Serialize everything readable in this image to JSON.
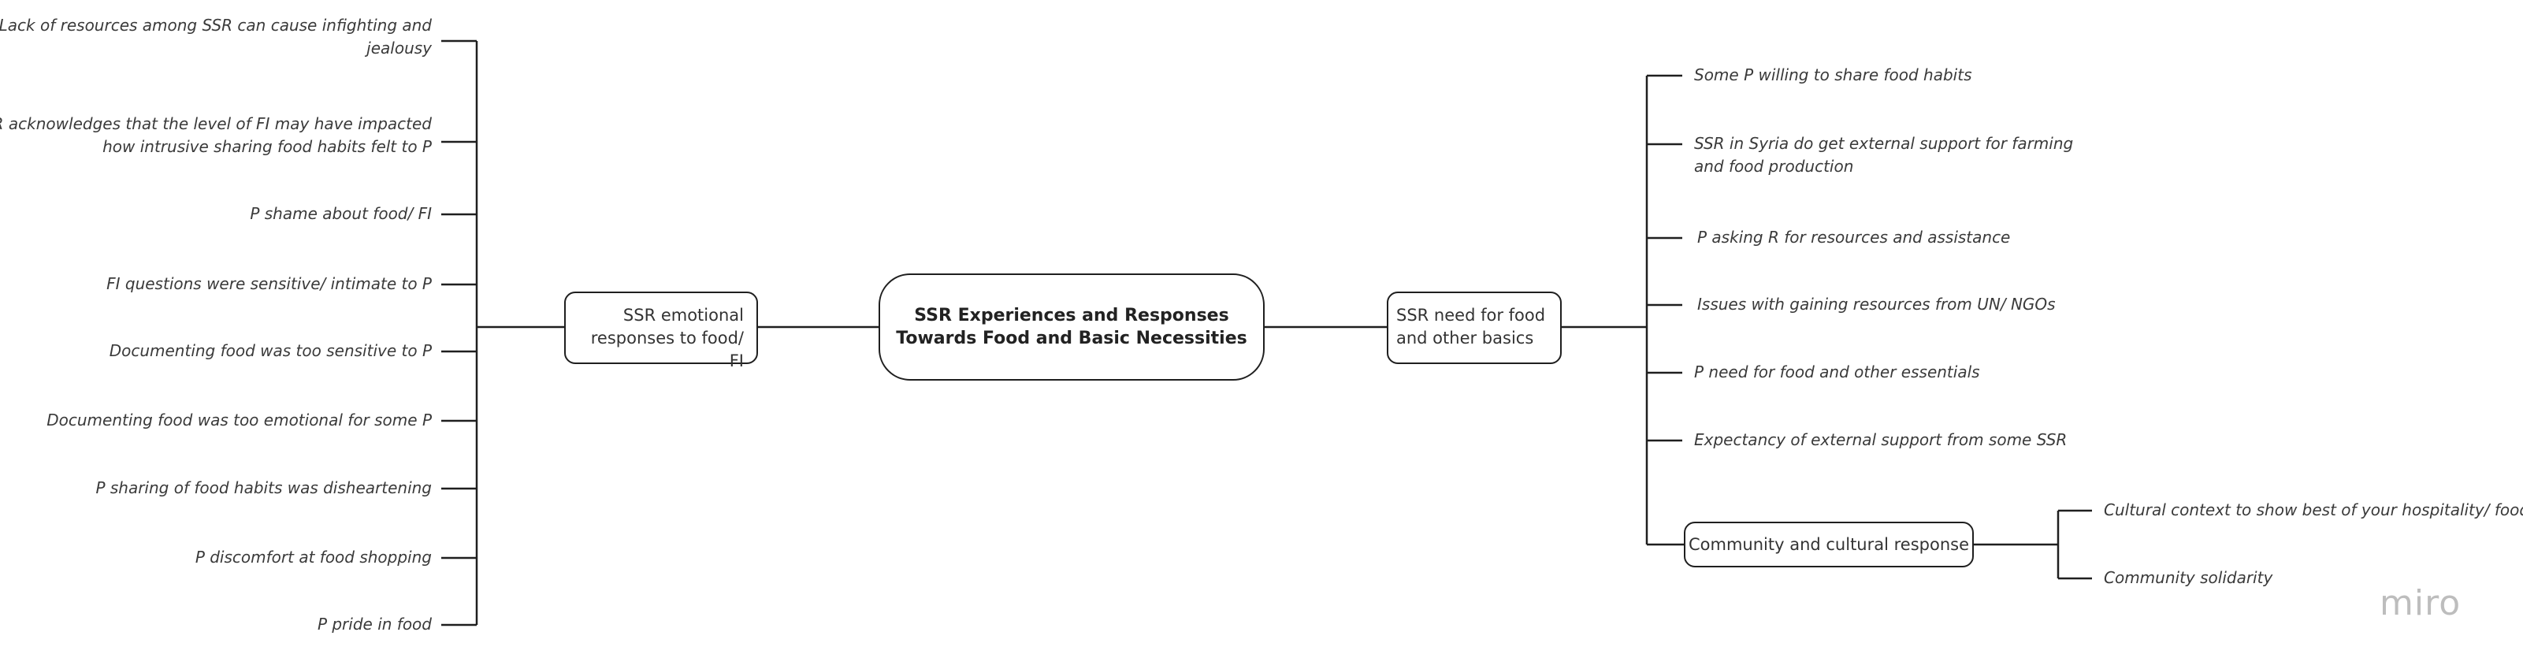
{
  "center": {
    "line1": "SSR Experiences and Responses",
    "line2": "Towards Food and Basic Necessities"
  },
  "left_branch": {
    "line1": "SSR emotional",
    "line2": "responses to food/ FI",
    "items": [
      {
        "line1": "Lack of resources among SSR can cause infighting and",
        "line2": "jealousy"
      },
      {
        "line1": "R acknowledges that the level of FI may have impacted",
        "line2": "how intrusive sharing food habits felt to P"
      },
      {
        "line1": "P shame about food/ FI"
      },
      {
        "line1": "FI questions were sensitive/ intimate to P"
      },
      {
        "line1": "Documenting food was too sensitive to P"
      },
      {
        "line1": "Documenting food was too emotional for some P"
      },
      {
        "line1": "P sharing of food habits was disheartening"
      },
      {
        "line1": "P discomfort at food shopping"
      },
      {
        "line1": "P pride in food"
      }
    ]
  },
  "right_branch": {
    "line1": "SSR need for food",
    "line2": "and other basics",
    "items": [
      {
        "line1": "Some P willing to share food habits"
      },
      {
        "line1": "SSR in Syria do get external support for farming",
        "line2": "and food production"
      },
      {
        "line1": "P asking R for resources and assistance"
      },
      {
        "line1": "Issues with gaining resources from UN/ NGOs"
      },
      {
        "line1": "P need for food and other essentials"
      },
      {
        "line1": "Expectancy of external support from some SSR"
      }
    ],
    "community": {
      "label": "Community and cultural response",
      "items": [
        {
          "line1": "Cultural context to show best of your hospitality/ food"
        },
        {
          "line1": "Community solidarity"
        }
      ]
    }
  },
  "logo": "miro"
}
